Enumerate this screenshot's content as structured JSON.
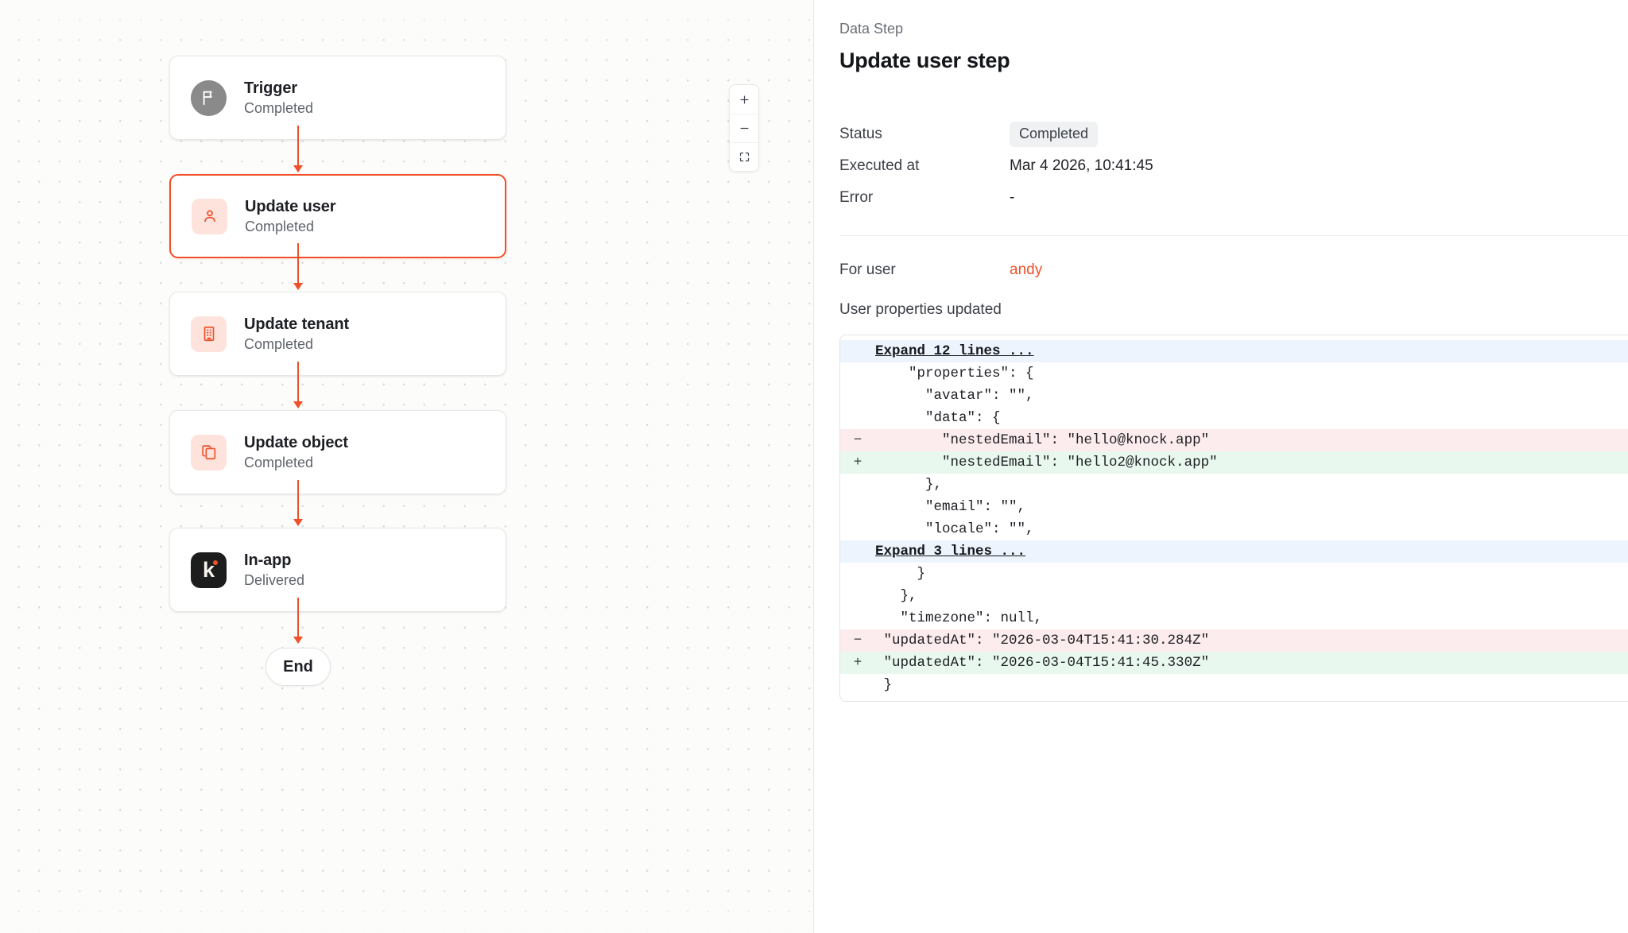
{
  "canvas": {
    "zoom_controls": {
      "zoom_in_label": "+",
      "zoom_out_label": "−",
      "fit_view_label": "fit-view"
    },
    "nodes": [
      {
        "title": "Trigger",
        "status": "Completed",
        "icon": "flag-icon",
        "icon_style": "gray",
        "selected": false
      },
      {
        "title": "Update user",
        "status": "Completed",
        "icon": "user-icon",
        "icon_style": "peach",
        "selected": true
      },
      {
        "title": "Update tenant",
        "status": "Completed",
        "icon": "building-icon",
        "icon_style": "peach",
        "selected": false
      },
      {
        "title": "Update object",
        "status": "Completed",
        "icon": "copy-icon",
        "icon_style": "peach",
        "selected": false
      },
      {
        "title": "In-app",
        "status": "Delivered",
        "icon": "knock-logo-icon",
        "icon_style": "knock",
        "selected": false
      }
    ],
    "end_label": "End"
  },
  "panel": {
    "kicker": "Data Step",
    "title": "Update user step",
    "meta": [
      {
        "label": "Status",
        "value": "Completed",
        "type": "badge"
      },
      {
        "label": "Executed at",
        "value": "Mar 4 2026, 10:41:45",
        "type": "text"
      },
      {
        "label": "Error",
        "value": "-",
        "type": "text"
      }
    ],
    "for_user_label": "For user",
    "for_user_value": "andy",
    "properties_label": "User properties updated",
    "diff": [
      {
        "type": "expand",
        "marker": "",
        "code": "Expand 12 lines ..."
      },
      {
        "type": "ctx",
        "marker": "",
        "code": "    \"properties\": {"
      },
      {
        "type": "ctx",
        "marker": "",
        "code": "      \"avatar\": \"\","
      },
      {
        "type": "ctx",
        "marker": "",
        "code": "      \"data\": {"
      },
      {
        "type": "del",
        "marker": "−",
        "code": "        \"nestedEmail\": \"hello@knock.app\""
      },
      {
        "type": "add",
        "marker": "+",
        "code": "        \"nestedEmail\": \"hello2@knock.app\""
      },
      {
        "type": "ctx",
        "marker": "",
        "code": "      },"
      },
      {
        "type": "ctx",
        "marker": "",
        "code": "      \"email\": \"\","
      },
      {
        "type": "ctx",
        "marker": "",
        "code": "      \"locale\": \"\","
      },
      {
        "type": "expand",
        "marker": "",
        "code": "Expand 3 lines ..."
      },
      {
        "type": "ctx",
        "marker": "",
        "code": "     }"
      },
      {
        "type": "ctx",
        "marker": "",
        "code": "   },"
      },
      {
        "type": "ctx",
        "marker": "",
        "code": "   \"timezone\": null,"
      },
      {
        "type": "del",
        "marker": "−",
        "code": " \"updatedAt\": \"2026-03-04T15:41:30.284Z\""
      },
      {
        "type": "add",
        "marker": "+",
        "code": " \"updatedAt\": \"2026-03-04T15:41:45.330Z\""
      },
      {
        "type": "ctx",
        "marker": "",
        "code": " }"
      }
    ]
  },
  "colors": {
    "accent": "#f0502a",
    "diff_add_bg": "#e9f8ee",
    "diff_del_bg": "#fdeced",
    "diff_expand_bg": "#eef4fd",
    "canvas_bg": "#fcfcfb"
  }
}
